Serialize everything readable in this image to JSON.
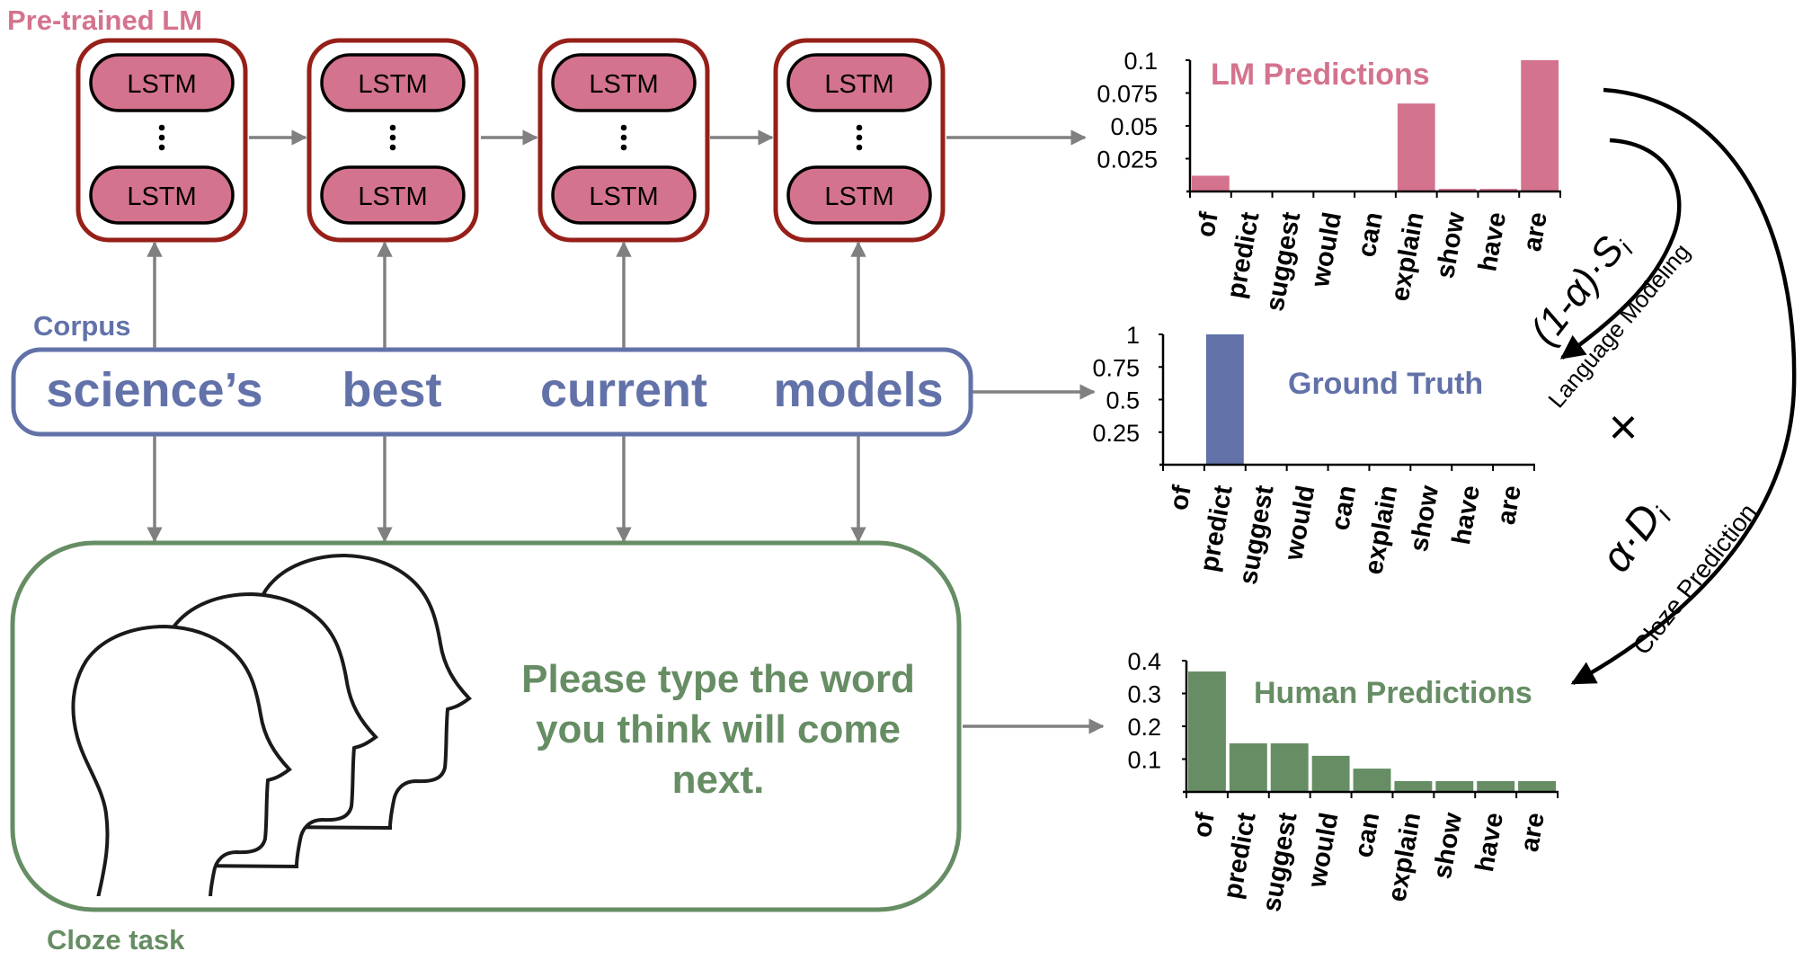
{
  "colors": {
    "lm": "#d4738d",
    "lm_border": "#962019",
    "corpus": "#6272a9",
    "cloze": "#668d63",
    "arrow": "#808080",
    "ink": "#000000"
  },
  "pretrained_lm": {
    "title": "Pre-trained LM",
    "cells": [
      {
        "top": "LSTM",
        "dots": "⋮",
        "bottom": "LSTM"
      },
      {
        "top": "LSTM",
        "dots": "⋮",
        "bottom": "LSTM"
      },
      {
        "top": "LSTM",
        "dots": "⋮",
        "bottom": "LSTM"
      },
      {
        "top": "LSTM",
        "dots": "⋮",
        "bottom": "LSTM"
      }
    ]
  },
  "corpus": {
    "title": "Corpus",
    "words": [
      "science’s",
      "best",
      "current",
      "models"
    ]
  },
  "cloze_task": {
    "title": "Cloze task",
    "prompt_lines": [
      "Please type the word",
      "you think will come",
      "next."
    ],
    "icon": "human-heads-icon"
  },
  "weights": {
    "lm_term": "(1-α)·S",
    "lm_sub": "i",
    "lm_caption": "Language Modeling",
    "cloze_term": "α·D",
    "cloze_sub": "i",
    "cloze_caption": "Cloze Prediction",
    "combine_symbol": "×"
  },
  "chart_data": [
    {
      "id": "lm",
      "type": "bar",
      "title": "LM Predictions",
      "categories": [
        "of",
        "predict",
        "suggest",
        "would",
        "can",
        "explain",
        "show",
        "have",
        "are"
      ],
      "values": [
        0.012,
        0,
        0,
        0,
        0,
        0.067,
        0.002,
        0.002,
        0.1
      ],
      "yticks": [
        0.025,
        0.05,
        0.075,
        0.1
      ],
      "ytick_labels": [
        "0.025",
        "0.05",
        "0.075",
        "0.1"
      ],
      "ylim": [
        0,
        0.1
      ],
      "xlabel": "",
      "ylabel": "",
      "grid": false,
      "color": "#d4738d"
    },
    {
      "id": "gt",
      "type": "bar",
      "title": "Ground Truth",
      "categories": [
        "of",
        "predict",
        "suggest",
        "would",
        "can",
        "explain",
        "show",
        "have",
        "are"
      ],
      "values": [
        0,
        1,
        0,
        0,
        0,
        0,
        0,
        0,
        0
      ],
      "yticks": [
        0.25,
        0.5,
        0.75,
        1
      ],
      "ytick_labels": [
        "0.25",
        "0.5",
        "0.75",
        "1"
      ],
      "ylim": [
        0,
        1
      ],
      "xlabel": "",
      "ylabel": "",
      "grid": false,
      "color": "#6272a9"
    },
    {
      "id": "human",
      "type": "bar",
      "title": "Human Predictions",
      "categories": [
        "of",
        "predict",
        "suggest",
        "would",
        "can",
        "explain",
        "show",
        "have",
        "are"
      ],
      "values": [
        0.367,
        0.148,
        0.148,
        0.11,
        0.071,
        0.033,
        0.033,
        0.033,
        0.033
      ],
      "yticks": [
        0.1,
        0.2,
        0.3,
        0.4
      ],
      "ytick_labels": [
        "0.1",
        "0.2",
        "0.3",
        "0.4"
      ],
      "ylim": [
        0,
        0.4
      ],
      "xlabel": "",
      "ylabel": "",
      "grid": false,
      "color": "#668d63"
    }
  ]
}
